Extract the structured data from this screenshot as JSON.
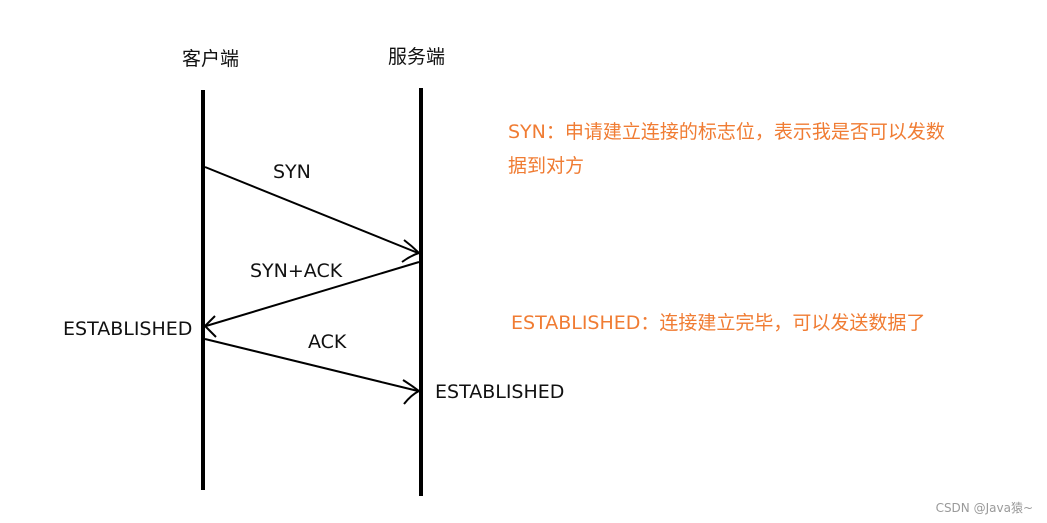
{
  "lifelines": {
    "client": "客户端",
    "server": "服务端"
  },
  "messages": {
    "syn": "SYN",
    "syn_ack": "SYN+ACK",
    "ack": "ACK"
  },
  "states": {
    "client_established": "ESTABLISHED",
    "server_established": "ESTABLISHED"
  },
  "notes": {
    "syn_line1": "SYN：申请建立连接的标志位，表示我是否可以发数",
    "syn_line2": "据到对方",
    "established": "ESTABLISHED：连接建立完毕，可以发送数据了"
  },
  "watermark": "CSDN @Java猿~",
  "colors": {
    "note": "#f07c33",
    "line": "#000000"
  }
}
